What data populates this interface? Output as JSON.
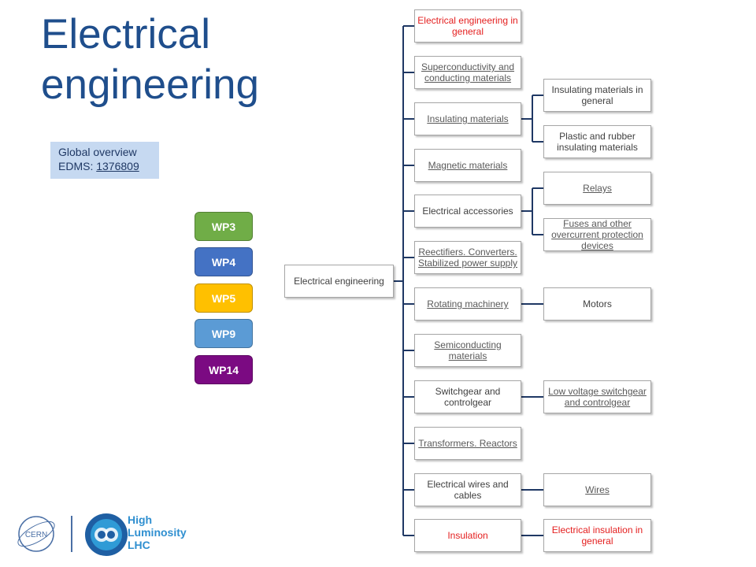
{
  "title": "Electrical engineering",
  "overview": {
    "line1": "Global overview",
    "edms_label": "EDMS: ",
    "edms_link": "1376809"
  },
  "work_packages": [
    {
      "label": "WP3",
      "color": "#70ad47"
    },
    {
      "label": "WP4",
      "color": "#4472c4"
    },
    {
      "label": "WP5",
      "color": "#ffc000"
    },
    {
      "label": "WP9",
      "color": "#5b9bd5"
    },
    {
      "label": "WP14",
      "color": "#7b0a82"
    }
  ],
  "root": "Electrical engineering",
  "children": [
    {
      "label": "Electrical engineering in general",
      "style": "red"
    },
    {
      "label": "Superconductivity and conducting materials",
      "style": "link"
    },
    {
      "label": "Insulating materials",
      "style": "link"
    },
    {
      "label": "Magnetic materials",
      "style": "link"
    },
    {
      "label": "Electrical accessories",
      "style": "plain"
    },
    {
      "label": "Reectifiers. Converters. Stabilized power supply",
      "style": "link"
    },
    {
      "label": "Rotating machinery",
      "style": "link"
    },
    {
      "label": "Semiconducting materials",
      "style": "link"
    },
    {
      "label": "Switchgear and controlgear",
      "style": "plain"
    },
    {
      "label": "Transformers. Reactors",
      "style": "link"
    },
    {
      "label": "Electrical wires and cables",
      "style": "plain"
    },
    {
      "label": "Insulation",
      "style": "red"
    }
  ],
  "grandchildren": [
    {
      "label": "Insulating materials in general",
      "style": "plain"
    },
    {
      "label": "Plastic and rubber insulating materials",
      "style": "plain"
    },
    {
      "label": "Relays",
      "style": "link"
    },
    {
      "label": "Fuses and other overcurrent protection devices",
      "style": "link"
    },
    {
      "label": "Motors",
      "style": "plain"
    },
    {
      "label": "Low voltage switchgear and controlgear",
      "style": "link"
    },
    {
      "label": "Wires",
      "style": "link"
    },
    {
      "label": "Electrical insulation in general",
      "style": "red"
    }
  ],
  "logos": {
    "cern": "CERN",
    "hl_line1": "High",
    "hl_line2": "Luminosity",
    "hl_line3": "LHC"
  },
  "colors": {
    "title": "#1f4e8c",
    "connector": "#1f3864",
    "accent_red": "#e41e1e"
  }
}
